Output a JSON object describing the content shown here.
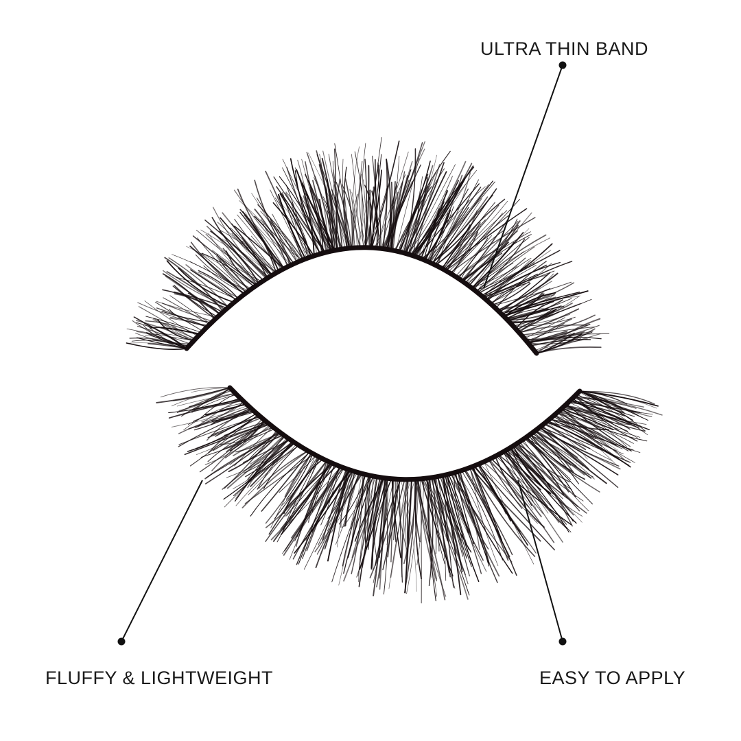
{
  "callouts": {
    "top": "ULTRA THIN BAND",
    "left": "FLUFFY & LIGHTWEIGHT",
    "right": "EASY TO APPLY"
  },
  "colors": {
    "background": "#ffffff",
    "lash": "#150d0f",
    "text": "#1a1a1a"
  }
}
